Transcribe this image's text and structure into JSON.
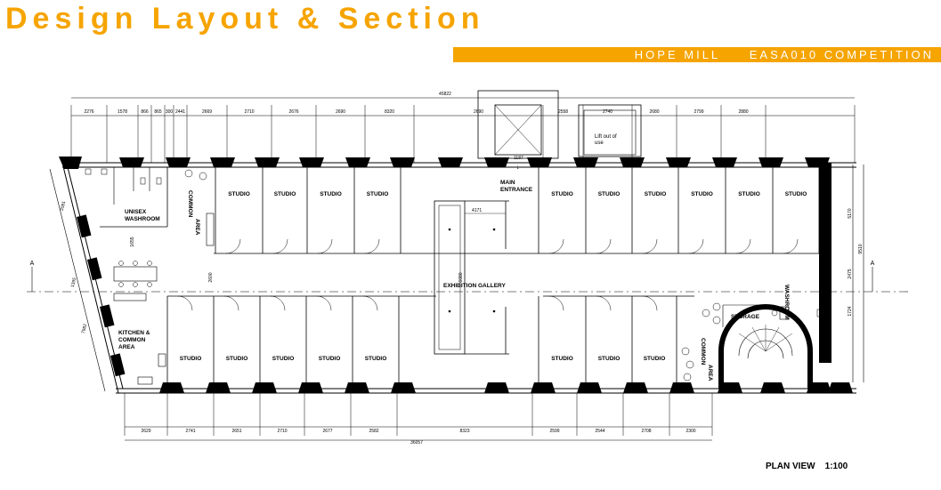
{
  "header": {
    "title": "Design Layout & Section",
    "banner_text": "HOPE MILL     EASA010 COMPETITION",
    "accent_color": "#f6a400"
  },
  "plan": {
    "caption": "PLAN VIEW    1:100",
    "section_marker": "A",
    "dimensions_top": [
      "2276",
      "1578",
      "866",
      "865",
      "300",
      "2441",
      "2669",
      "2710",
      "2676",
      "2690",
      "8320",
      "2690",
      "2558",
      "2740",
      "2680",
      "2799",
      "2880"
    ],
    "dimension_top_total": "45822",
    "dimensions_bottom": [
      "2629",
      "2741",
      "2651",
      "2710",
      "2677",
      "2582",
      "8323",
      "2599",
      "2544",
      "2708",
      "2300"
    ],
    "dimension_bottom_total": "36057",
    "dimensions_right": [
      "5170",
      "2475",
      "1724"
    ],
    "dimension_right_total": "9510",
    "dimensions_left": [
      "2081",
      "1395",
      "7982"
    ],
    "dimension_misc": [
      "1187",
      "4171",
      "6080",
      "2600",
      "1655"
    ],
    "rooms": {
      "studio": "STUDIO",
      "unisex_washroom": [
        "UNISEX",
        "WASHROOM"
      ],
      "common_area": [
        "COMMON",
        "AREA"
      ],
      "main_entrance": [
        "MAIN",
        "ENTRANCE"
      ],
      "exhibition_gallery": "EXHIBITION GALLERY",
      "kitchen": [
        "KITCHEN &",
        "COMMON",
        "AREA"
      ],
      "storage": "STORAGE",
      "washroom": "WASHROOM",
      "lift": [
        "Lift out of",
        "use"
      ]
    }
  }
}
